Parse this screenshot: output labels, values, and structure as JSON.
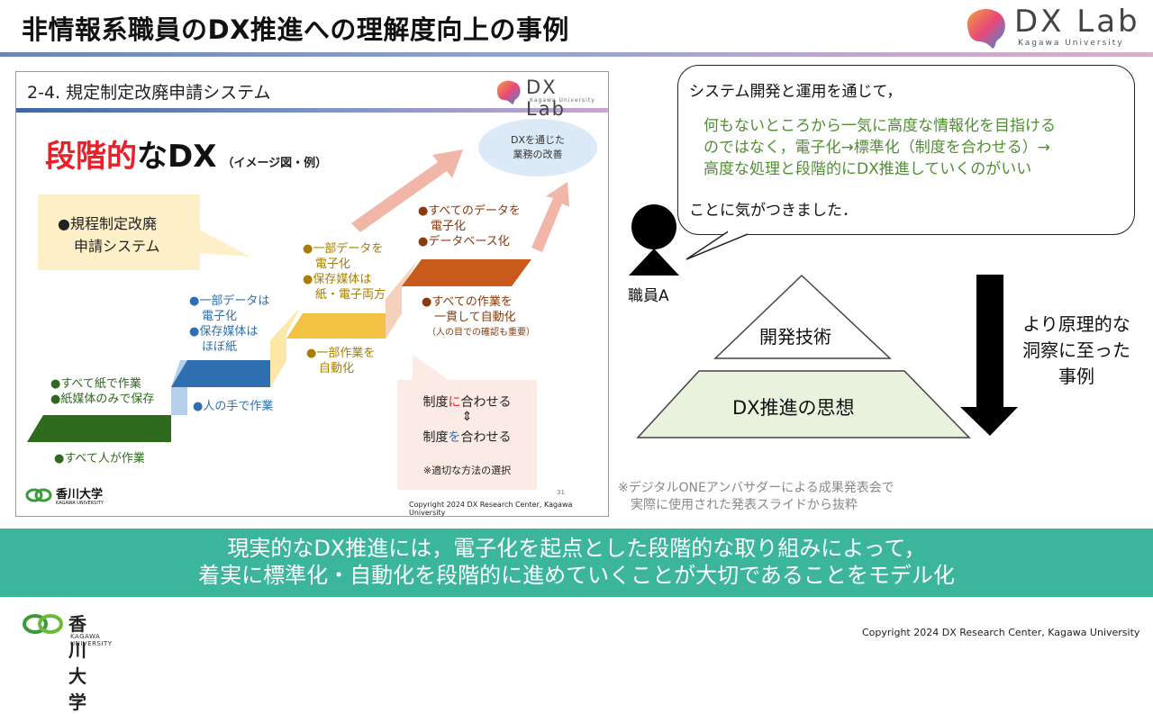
{
  "header": {
    "title": "非情報系職員のDX推進への理解度向上の事例"
  },
  "logo": {
    "text": "DX Lab",
    "sub": "Kagawa University"
  },
  "inner_slide": {
    "title": "2-4. 規定制定改廃申請システム",
    "logo_text": "DX Lab",
    "logo_sub": "Kagawa University",
    "heading_red": "段階的",
    "heading_black": "なDX",
    "heading_sub": "（イメージ図・例）",
    "callout": [
      "●規程制定改廃",
      "申請システム"
    ],
    "goal": [
      "DXを通じた",
      "業務の改善"
    ],
    "step1_top": [
      "●すべて紙で作業",
      "●紙媒体のみで保存"
    ],
    "step1_bottom": "●すべて人が作業",
    "step2_top": [
      "●一部データは",
      "電子化",
      "●保存媒体は",
      "ほぼ紙"
    ],
    "step2_bottom": "●人の手で作業",
    "step3_top": [
      "●一部データを",
      "電子化",
      "●保存媒体は",
      "紙・電子両方"
    ],
    "step3_bottom": [
      "●一部作業を",
      "自動化"
    ],
    "step4_top": [
      "●すべてのデータを",
      "電子化",
      "●データベース化"
    ],
    "step4_bottom": [
      "●すべての作業を",
      "一貫して自動化",
      "（人の目での確認も重要）"
    ],
    "box": {
      "line1a": "制度",
      "line1b": "に",
      "line1c": "合わせる",
      "arrow": "⇕",
      "line2a": "制度",
      "line2b": "を",
      "line2c": "合わせる",
      "note": "※適切な方法の選択"
    },
    "page_number": "31",
    "copyright": "Copyright 2024 DX Research Center, Kagawa University",
    "univ_name": "香川大学",
    "univ_sub": "KAGAWA UNIVERSITY"
  },
  "bubble": {
    "line1": "システム開発と運用を通じて，",
    "green": [
      "何もないところから一気に高度な情報化を目指ける",
      "のではなく，電子化→標準化（制度を合わせる）→",
      "高度な処理と段階的にDX推進していくのがいい"
    ],
    "line3": "ことに気がつきました．"
  },
  "person_label": "職員A",
  "pyramid": {
    "top": "開発技術",
    "bottom": "DX推進の思想"
  },
  "arrow_note": [
    "より原理的な",
    "洞察に至った",
    "事例"
  ],
  "note": [
    "※デジタルONEアンバサダーによる成果発表会で",
    "実際に使用された発表スライドから抜粋"
  ],
  "banner": [
    "現実的なDX推進には，電子化を起点とした段階的な取り組みによって，",
    "着実に標準化・自動化を段階的に進めていくことが大切であることをモデル化"
  ],
  "footer": {
    "copyright": "Copyright 2024 DX Research Center, Kagawa University",
    "univ_name": "香川大学",
    "univ_sub": "KAGAWA UNIVERSITY"
  },
  "colors": {
    "banner": "#3bb69d",
    "step1": "#2e6b1f",
    "step2": "#2f6fb0",
    "step3": "#f4c242",
    "step4": "#c85a1b",
    "pyramid_bottom": "#e8f2dc",
    "green_text": "#4f8f2f"
  }
}
